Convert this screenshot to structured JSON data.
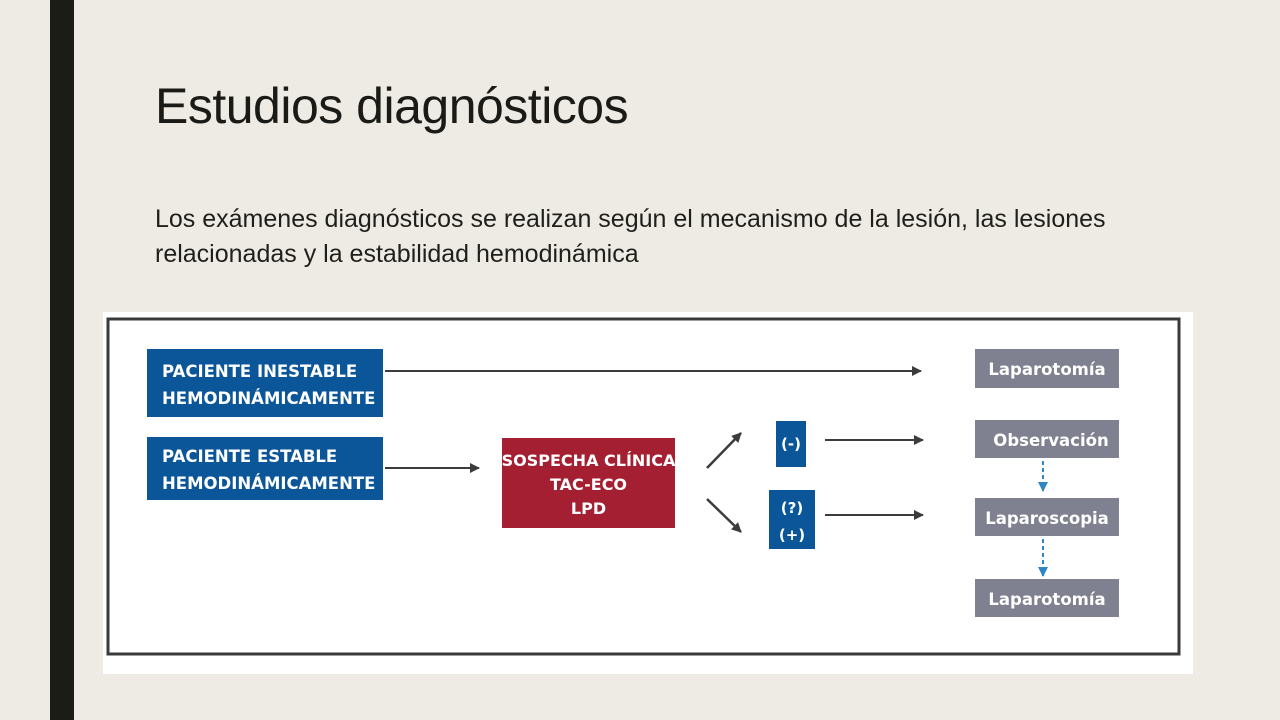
{
  "slide": {
    "title": "Estudios diagnósticos",
    "body": "Los exámenes diagnósticos se realizan según el mecanismo de la lesión, las lesiones relacionadas y la estabilidad hemodinámica"
  },
  "diagram": {
    "colors": {
      "blue": "#0b5699",
      "red": "#a41f31",
      "gray": "#7f8190",
      "arrow": "#3c3c3c",
      "dotted_arrow": "#2f86c4",
      "frame": "#3a3a3a",
      "background": "#ffffff"
    },
    "unstable_box": [
      "PACIENTE INESTABLE",
      "HEMODINÁMICAMENTE"
    ],
    "stable_box": [
      "PACIENTE ESTABLE",
      "HEMODINÁMICAMENTE"
    ],
    "suspicion_box": [
      "SOSPECHA CLÍNICA",
      "TAC-ECO",
      "LPD"
    ],
    "negative_result": "(-)",
    "uncertain_positive_result": [
      "(?)",
      "(+)"
    ],
    "outcomes": {
      "laparotomia_top": "Laparotomía",
      "observacion": "Observación",
      "laparoscopia": "Laparoscopia",
      "laparotomia_bottom": "Laparotomía"
    }
  }
}
